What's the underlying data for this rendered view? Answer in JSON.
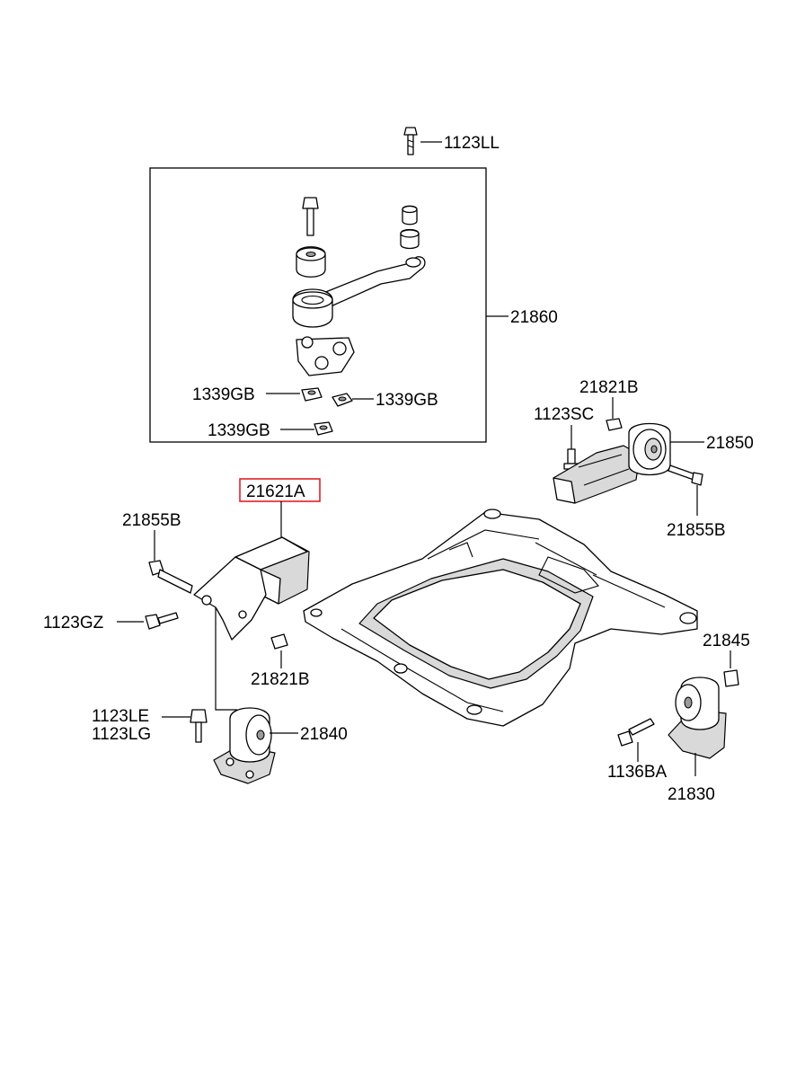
{
  "labels": {
    "p1123LL": "1123LL",
    "p21860": "21860",
    "p1339GB_a": "1339GB",
    "p1339GB_b": "1339GB",
    "p1339GB_c": "1339GB",
    "p21821B_top": "21821B",
    "p1123SC": "1123SC",
    "p21850": "21850",
    "p21855B_right": "21855B",
    "p21621A": "21621A",
    "p21855B_left": "21855B",
    "p1123GZ": "1123GZ",
    "p21821B_mid": "21821B",
    "p21845": "21845",
    "p1123LE": "1123LE",
    "p1123LG": "1123LG",
    "p21840": "21840",
    "p1136BA": "1136BA",
    "p21830": "21830"
  },
  "highlight_color": "#e0202a"
}
